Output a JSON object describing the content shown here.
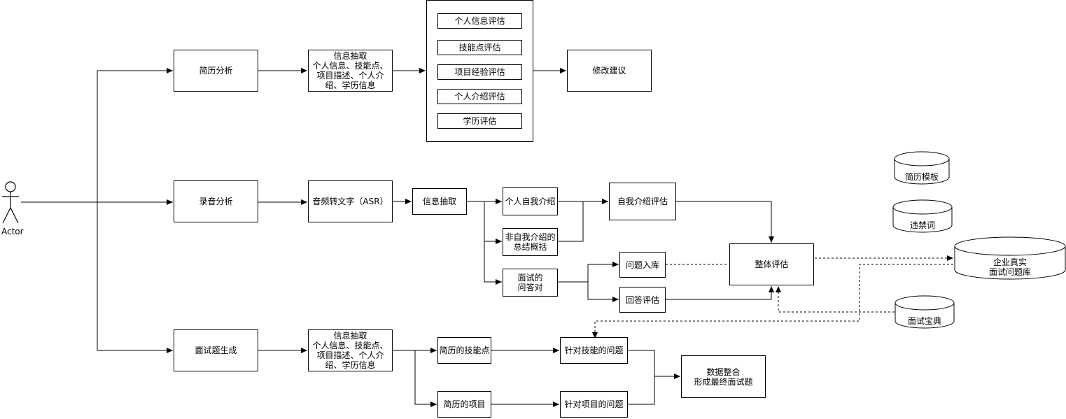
{
  "actor": {
    "label": "Actor"
  },
  "nodes": {
    "resume_analysis": "简历分析",
    "info_extract_1": "信息抽取\n个人信息、技能点、\n项目描述、个人介\n绍、学历信息",
    "eval_personal": "个人信息评估",
    "eval_skills": "技能点评估",
    "eval_project": "项目经验评估",
    "eval_intro": "个人介绍评估",
    "eval_education": "学历评估",
    "suggestion": "修改建议",
    "audio_analysis": "录音分析",
    "asr": "音频转文字（ASR）",
    "info_extract_2": "信息抽取",
    "self_intro": "个人自我介绍",
    "non_intro_summary": "非自我介绍的\n总结概括",
    "qa_pairs": "面试的\n问答对",
    "intro_eval": "自我介绍评估",
    "question_store": "问题入库",
    "answer_eval": "回答评估",
    "overall_eval": "整体评估",
    "question_gen": "面试题生成",
    "info_extract_3": "信息抽取\n个人信息、技能点、\n项目描述、个人介\n绍、学历信息",
    "resume_skills": "简历的技能点",
    "resume_projects": "简历的项目",
    "skill_questions": "针对技能的问题",
    "project_questions": "针对项目的问题",
    "data_merge": "数据整合\n形成最终面试题"
  },
  "datastores": {
    "resume_template": "简历模板",
    "banned_words": "违禁词",
    "question_bank": "企业真实\n面试问题库",
    "interview_guide": "面试宝典"
  }
}
